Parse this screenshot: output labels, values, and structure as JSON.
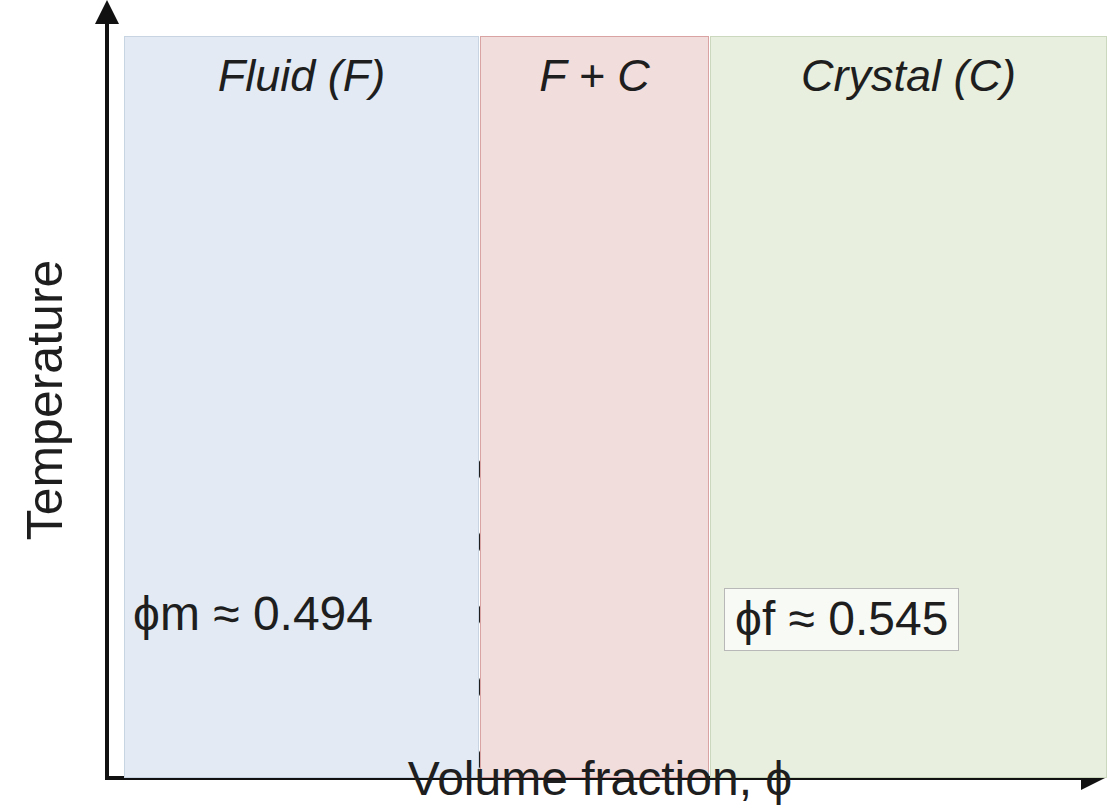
{
  "diagram": {
    "nodes": [
      {
        "text": [
          "Fluid (F)"
        ]
      },
      {
        "text": [
          "F + C"
        ]
      },
      {
        "text": [
          "Crystal (C)"
        ]
      }
    ],
    "labels": [
      "Temperature",
      "Volume fraction, ϕ",
      "ϕm ≈ 0.494",
      "ϕf ≈ 0.545"
    ]
  }
}
